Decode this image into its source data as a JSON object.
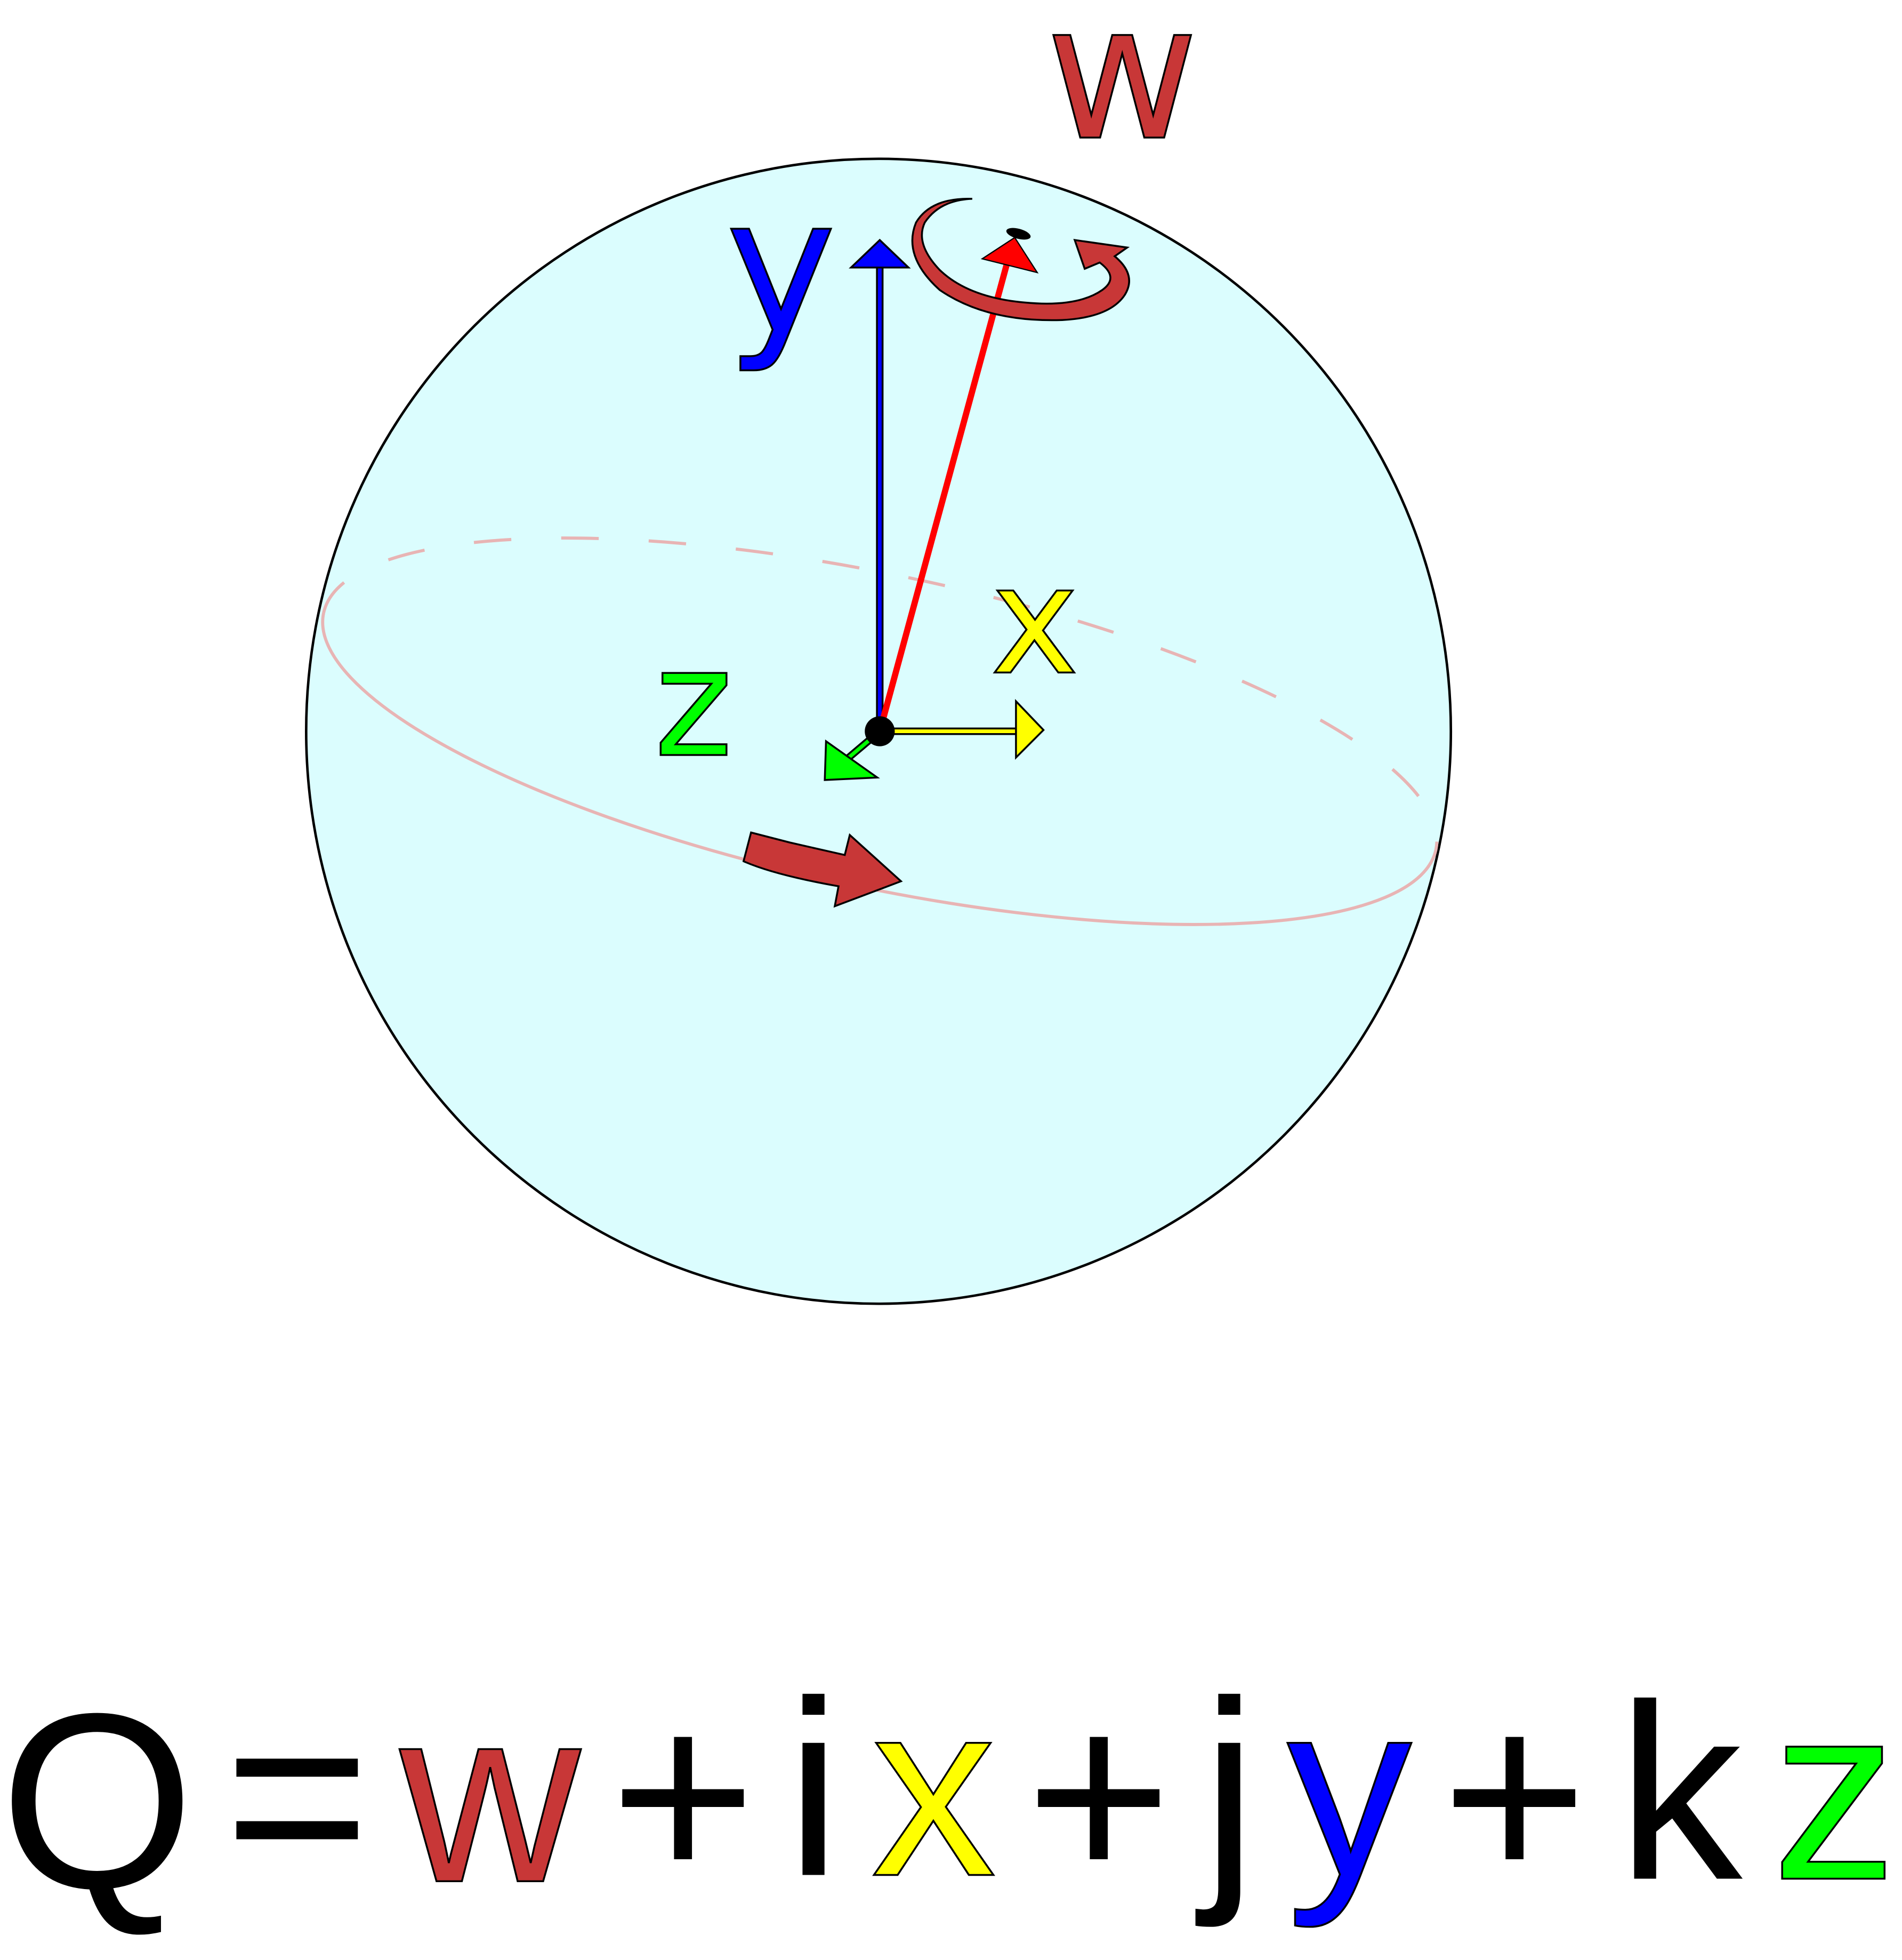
{
  "labels": {
    "w": "w",
    "x": "x",
    "y": "y",
    "z": "z"
  },
  "equation": {
    "lhs": "Q",
    "equals": "=",
    "terms": [
      {
        "text": "w",
        "color": "#c83737"
      },
      {
        "text": "+",
        "color": "#000000"
      },
      {
        "text": "i",
        "color": "#000000"
      },
      {
        "text": "x",
        "color": "#ffff00"
      },
      {
        "text": "+",
        "color": "#000000"
      },
      {
        "text": "j",
        "color": "#000000"
      },
      {
        "text": "y",
        "color": "#0000ff"
      },
      {
        "text": "+",
        "color": "#000000"
      },
      {
        "text": "k",
        "color": "#000000"
      },
      {
        "text": "z",
        "color": "#00ff00"
      }
    ]
  },
  "colors": {
    "sphere_fill": "#dbfdfe",
    "w": "#c83737",
    "x": "#ffff00",
    "y": "#0000ff",
    "z": "#00ff00",
    "vector": "#ff0000",
    "equator": "#e8b4b4"
  }
}
